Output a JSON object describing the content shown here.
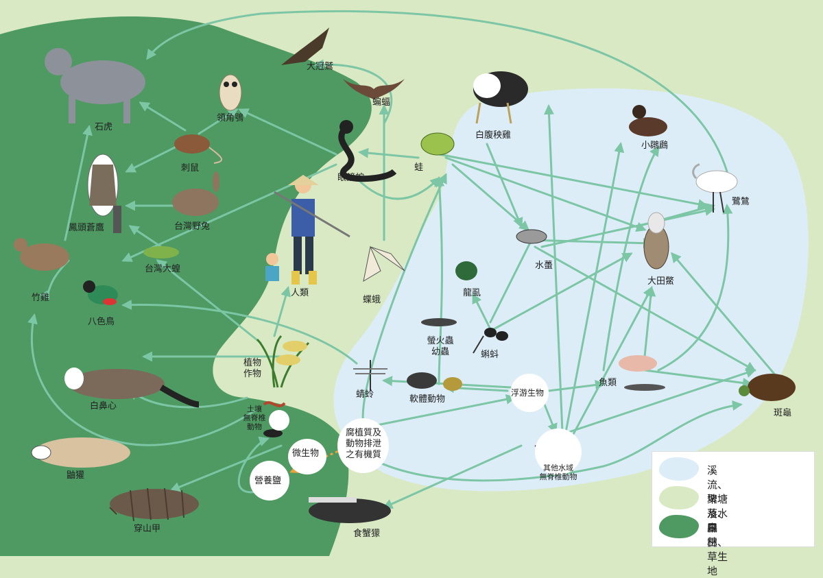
{
  "colors": {
    "forest": "#4e9a62",
    "settlement": "#d9e9c3",
    "wetland": "#dcedf7",
    "arrow": "#7cc6a5",
    "dashed_arrow": "#e9a43a"
  },
  "animals": {
    "leopard_cat": "石虎",
    "owl": "領角鴞",
    "shrew": "刺鼠",
    "hawk_eagle": "鳳頭蒼鷹",
    "hare": "台灣野兔",
    "bamboo_partridge": "竹雞",
    "grasshopper": "台灣大蝗",
    "pitta": "八色鳥",
    "civet": "白鼻心",
    "ferret_badger": "鼬獾",
    "pangolin": "穿山甲",
    "crab_mongoose": "食蟹獴",
    "serpent_eagle": "大冠鷲",
    "bat": "蝙蝠",
    "cobra": "眼鏡蛇",
    "frog": "蛙",
    "human": "人類",
    "butterfly": "蝶蛾",
    "crops": "植物\n作物",
    "dragonfly": "蜻蛉",
    "soil_invertebrates": "土壤\n無脊椎\n動物",
    "microbes": "微生物",
    "nutrients": "營養鹽",
    "organic_matter": "腐植質及\n動物排泄\n之有機質",
    "moorhen": "白腹秧雞",
    "grebe": "小鸊鷉",
    "egret": "鷺鷥",
    "water_boatman": "水蠆",
    "giant_water_bug": "大田鱉",
    "water_strider": "龍虱",
    "firefly_larva": "螢火蟲\n幼蟲",
    "tadpole": "蝌蚪",
    "mollusk": "軟體動物",
    "plankton": "浮游生物",
    "fish": "魚類",
    "turtle": "斑龜",
    "aquatic_invertebrates": "其他水域\n無脊椎動物"
  },
  "legend": [
    {
      "label": "溪流、埤塘及水田",
      "color": "#dcedf7"
    },
    {
      "label": "聚落、旱田、草生地",
      "color": "#d9e9c3"
    },
    {
      "label": "森林",
      "color": "#4e9a62"
    }
  ]
}
